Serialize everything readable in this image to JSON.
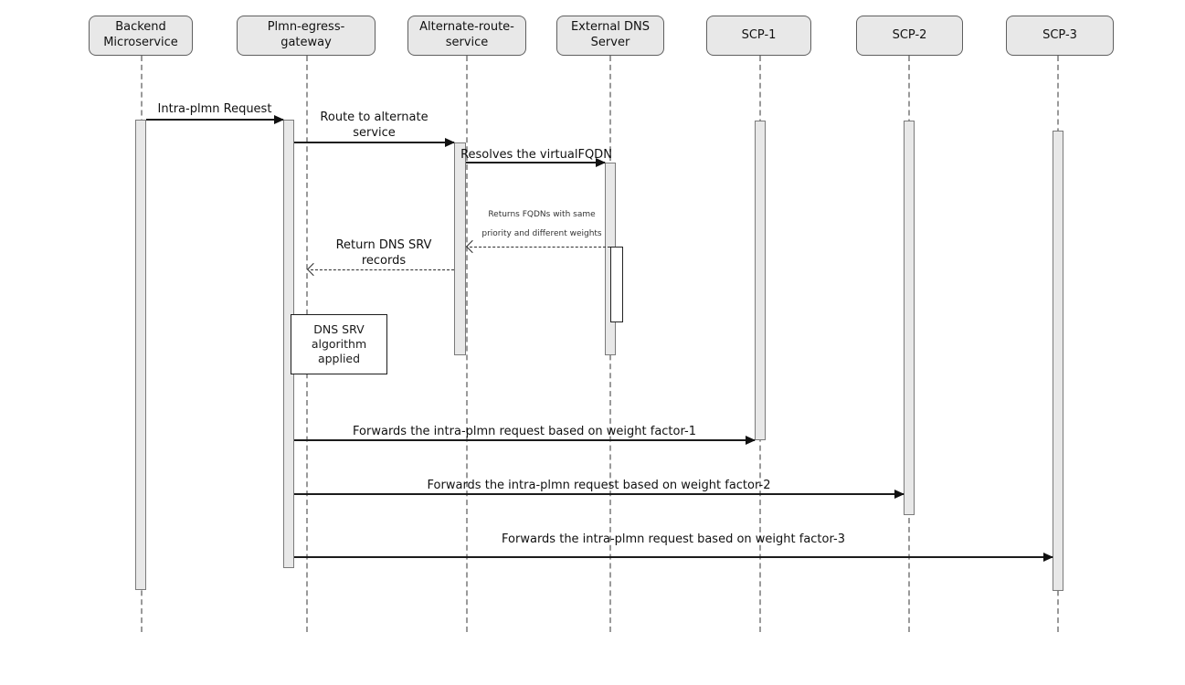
{
  "participants": [
    {
      "label": "Backend\nMicroservice"
    },
    {
      "label": "Plmn-egress-\ngateway"
    },
    {
      "label": "Alternate-route-\nservice"
    },
    {
      "label": "External DNS\nServer"
    },
    {
      "label": "SCP-1"
    },
    {
      "label": "SCP-2"
    },
    {
      "label": "SCP-3"
    }
  ],
  "messages": [
    {
      "label": "Intra-plmn Request",
      "type": "solid"
    },
    {
      "label": "Route to alternate\nservice",
      "type": "solid"
    },
    {
      "label": "Resolves the virtualFQDN",
      "type": "solid"
    },
    {
      "label": "Returns FQDNs with same\npriority and different weights",
      "type": "dashed-return"
    },
    {
      "label": "Return DNS SRV\nrecords",
      "type": "dashed-return"
    },
    {
      "label": "Forwards the intra-plmn request based on weight factor-1",
      "type": "solid"
    },
    {
      "label": "Forwards the intra-plmn request based on weight factor-2",
      "type": "solid"
    },
    {
      "label": "Forwards the intra-plmn request based on weight factor-3",
      "type": "solid"
    }
  ],
  "note": {
    "text": "DNS SRV\nalgorithm\napplied"
  },
  "colors": {
    "participant_fill": "#e8e8e8",
    "participant_border": "#5f5f5f",
    "activation_fill": "#e8e8e8",
    "activation_border": "#7a7a7a",
    "lifeline": "#9a9a9a",
    "arrow": "#1c1c1c",
    "background": "#ffffff"
  }
}
